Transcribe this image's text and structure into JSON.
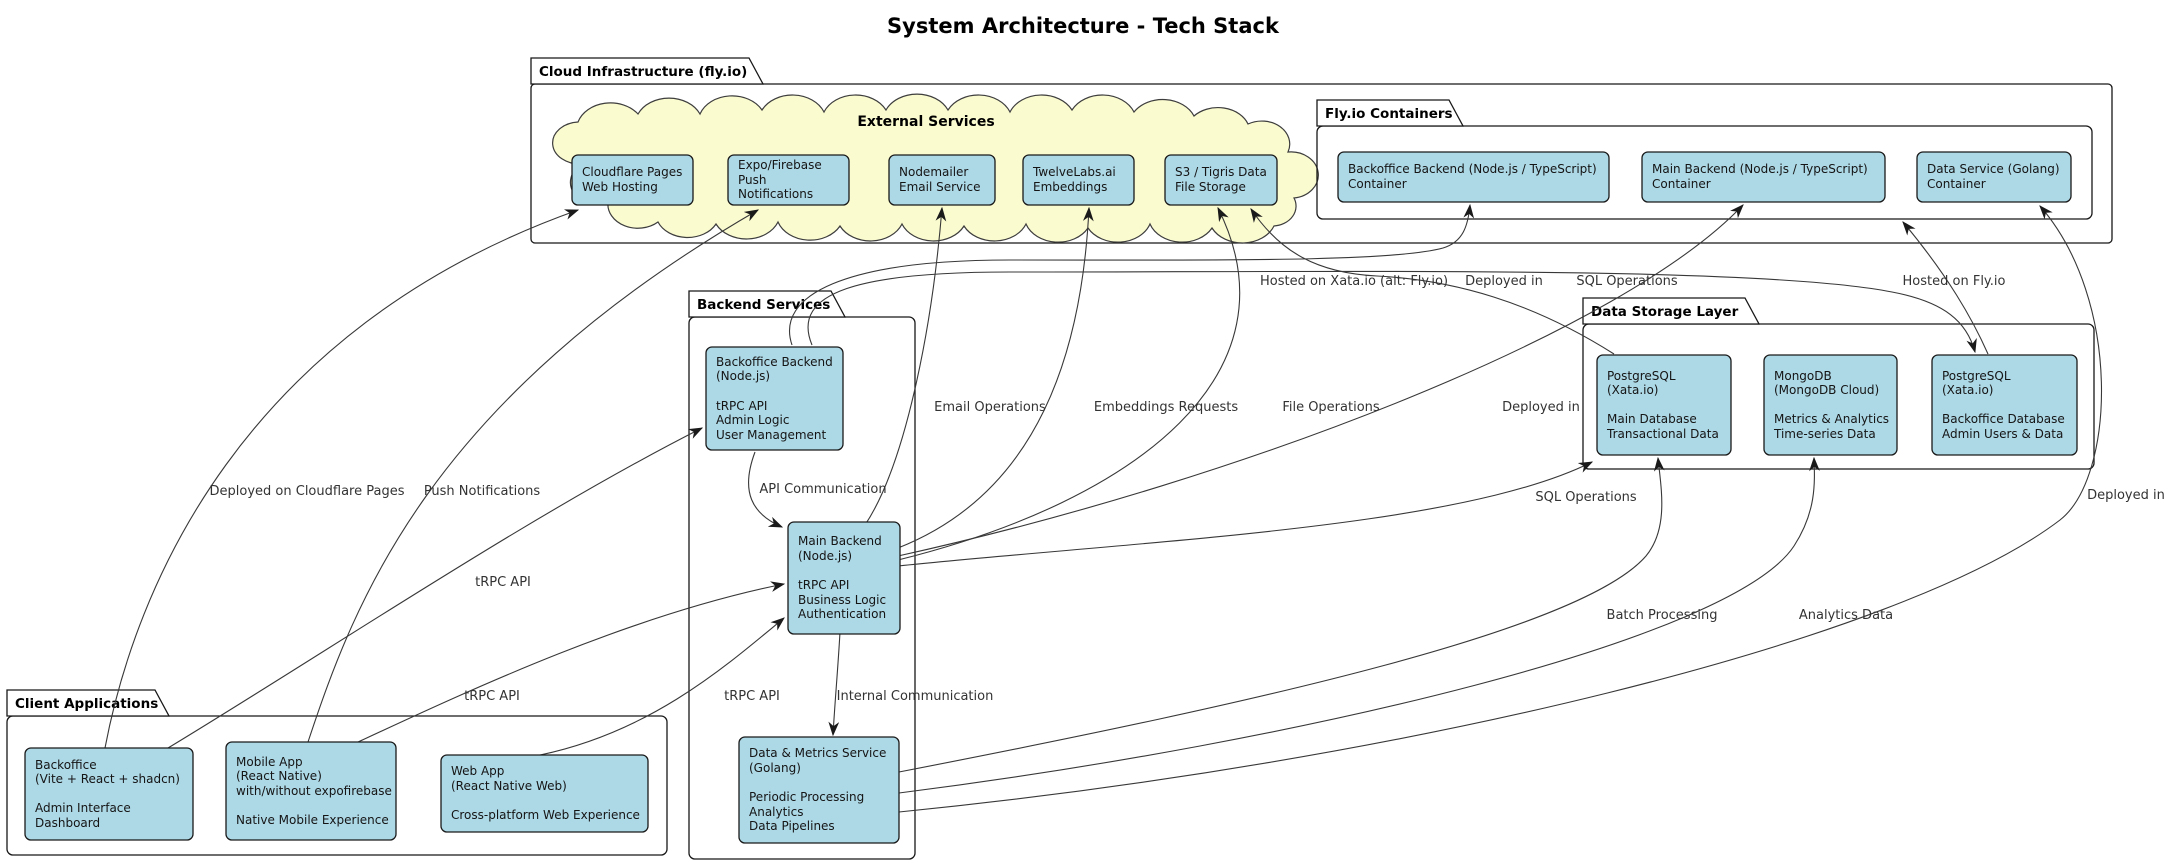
{
  "title": "System Architecture - Tech Stack",
  "colors": {
    "node_fill": "#ADD8E6",
    "node_border": "#1a1a1a",
    "cloud_fill": "#FBFBD0",
    "line": "#383838",
    "frame_border": "#181818",
    "label_color": "#333333",
    "bg": "#ffffff"
  },
  "frames": {
    "cloud_infrastructure": {
      "title": "Cloud Infrastructure (fly.io)"
    },
    "external_services": {
      "title": "External Services"
    },
    "flyio_containers": {
      "title": "Fly.io Containers"
    },
    "backend_services": {
      "title": "Backend Services"
    },
    "data_storage": {
      "title": "Data Storage Layer"
    },
    "client_applications": {
      "title": "Client Applications"
    }
  },
  "nodes": {
    "ext_cloudflare": {
      "text": "Cloudflare Pages\nWeb Hosting"
    },
    "ext_expo": {
      "text": "Expo/Firebase\nPush Notifications"
    },
    "ext_nodemailer": {
      "text": "Nodemailer\nEmail Service"
    },
    "ext_twelvelabs": {
      "text": "TwelveLabs.ai\nEmbeddings"
    },
    "ext_s3": {
      "text": "S3 / Tigris Data\nFile Storage"
    },
    "container_backoffice": {
      "text": "Backoffice Backend (Node.js / TypeScript)\nContainer"
    },
    "container_main": {
      "text": "Main Backend (Node.js / TypeScript)\nContainer"
    },
    "container_data": {
      "text": "Data Service (Golang)\nContainer"
    },
    "be_backoffice": {
      "text": "Backoffice Backend\n(Node.js)\n\ntRPC API\nAdmin Logic\nUser Management"
    },
    "be_main": {
      "text": "Main Backend\n(Node.js)\n\ntRPC API\nBusiness Logic\nAuthentication"
    },
    "be_data": {
      "text": "Data & Metrics Service\n(Golang)\n\nPeriodic Processing\nAnalytics\nData Pipelines"
    },
    "db_postgres_main": {
      "text": "PostgreSQL\n(Xata.io)\n\nMain Database\nTransactional Data"
    },
    "db_mongodb": {
      "text": "MongoDB\n(MongoDB Cloud)\n\nMetrics & Analytics\nTime-series Data"
    },
    "db_postgres_backoffice": {
      "text": "PostgreSQL\n(Xata.io)\n\nBackoffice Database\nAdmin Users & Data"
    },
    "client_backoffice": {
      "text": "Backoffice\n(Vite + React + shadcn)\n\nAdmin Interface\nDashboard"
    },
    "client_mobile": {
      "text": "Mobile App\n(React Native)\nwith/without expofirebase\n\nNative Mobile Experience"
    },
    "client_web": {
      "text": "Web App\n(React Native Web)\n\nCross-platform Web Experience"
    }
  },
  "edges": [
    {
      "from": "client_backoffice",
      "to": "ext_cloudflare",
      "label": "Deployed on Cloudflare Pages"
    },
    {
      "from": "client_mobile",
      "to": "ext_expo",
      "label": "Push Notifications"
    },
    {
      "from": "client_backoffice",
      "to": "be_backoffice",
      "label": "tRPC API"
    },
    {
      "from": "client_mobile",
      "to": "be_main",
      "label": "tRPC API"
    },
    {
      "from": "client_web",
      "to": "be_main",
      "label": "tRPC API"
    },
    {
      "from": "be_backoffice",
      "to": "be_main",
      "label": "API Communication"
    },
    {
      "from": "be_main",
      "to": "be_data",
      "label": "Internal Communication"
    },
    {
      "from": "be_main",
      "to": "ext_nodemailer",
      "label": "Email Operations"
    },
    {
      "from": "be_main",
      "to": "ext_twelvelabs",
      "label": "Embeddings Requests"
    },
    {
      "from": "be_main",
      "to": "ext_s3",
      "label": "File Operations"
    },
    {
      "from": "be_main",
      "to": "db_postgres_main",
      "label": "SQL Operations"
    },
    {
      "from": "be_backoffice",
      "to": "db_postgres_backoffice",
      "label": "SQL Operations"
    },
    {
      "from": "be_backoffice",
      "to": "container_backoffice",
      "label": "Deployed in"
    },
    {
      "from": "be_main",
      "to": "container_main",
      "label": "Deployed in"
    },
    {
      "from": "be_data",
      "to": "container_data",
      "label": "Deployed in"
    },
    {
      "from": "be_data",
      "to": "db_postgres_main",
      "label": "Batch Processing"
    },
    {
      "from": "be_data",
      "to": "db_mongodb",
      "label": "Analytics Data"
    },
    {
      "from": "db_postgres_main",
      "to": "external_services_cloud",
      "label": "Hosted on Xata.io (alt: Fly.io)"
    },
    {
      "from": "db_postgres_backoffice",
      "to": "flyio_containers",
      "label": "Hosted on Fly.io"
    }
  ]
}
